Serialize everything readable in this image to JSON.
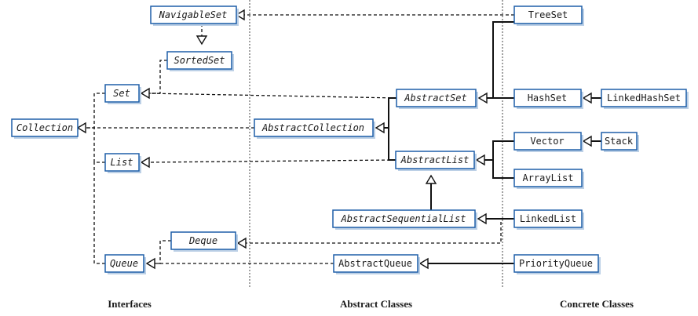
{
  "sections": {
    "interfaces": "Interfaces",
    "abstract": "Abstract Classes",
    "concrete": "Concrete Classes"
  },
  "nodes": {
    "navigableset": "NavigableSet",
    "sortedset": "SortedSet",
    "set": "Set",
    "collection": "Collection",
    "list": "List",
    "deque": "Deque",
    "queue": "Queue",
    "abstractset": "AbstractSet",
    "abstractcollection": "AbstractCollection",
    "abstractlist": "AbstractList",
    "abstractsequentiallist": "AbstractSequentialList",
    "abstractqueue": "AbstractQueue",
    "treeset": "TreeSet",
    "hashset": "HashSet",
    "linkedhashset": "LinkedHashSet",
    "vector": "Vector",
    "stack": "Stack",
    "arraylist": "ArrayList",
    "linkedlist": "LinkedList",
    "priorityqueue": "PriorityQueue"
  },
  "colors": {
    "box_border": "#1e5fa8",
    "box_shadow": "#bcd0e6",
    "line": "#111111"
  }
}
